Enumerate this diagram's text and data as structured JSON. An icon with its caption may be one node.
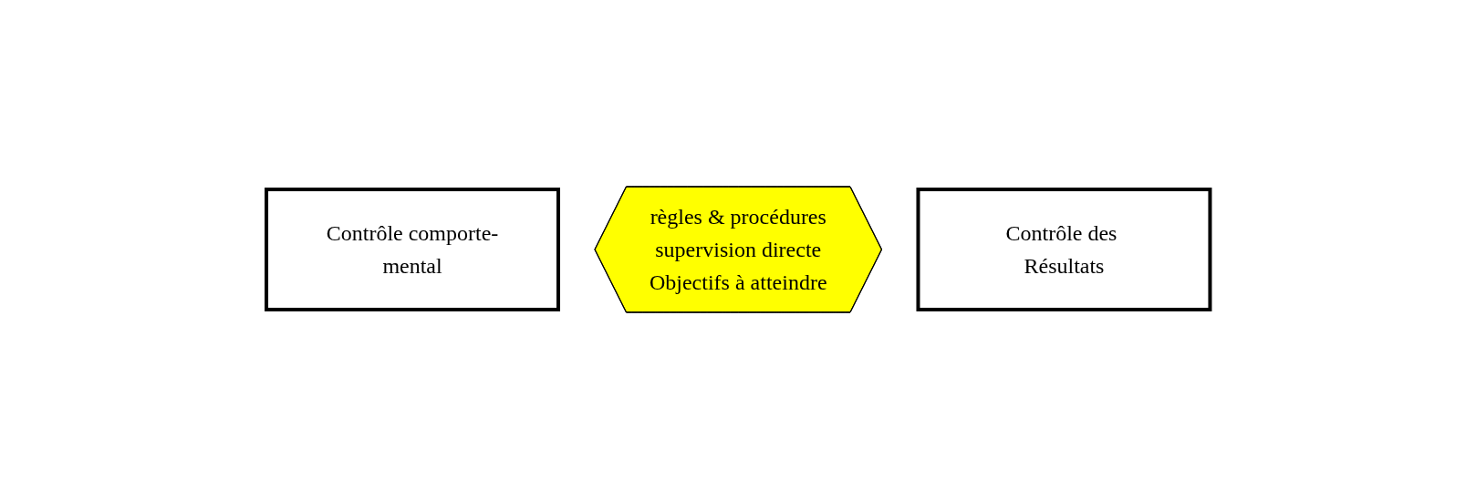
{
  "diagram": {
    "nodes": [
      {
        "text": [
          "Contrôle comporte-mental"
        ]
      },
      {
        "text": [
          "règles & procédures",
          "supervision directe",
          "Objectifs à atteindre"
        ]
      },
      {
        "text": [
          "Contrôle des Résultats"
        ]
      }
    ]
  }
}
